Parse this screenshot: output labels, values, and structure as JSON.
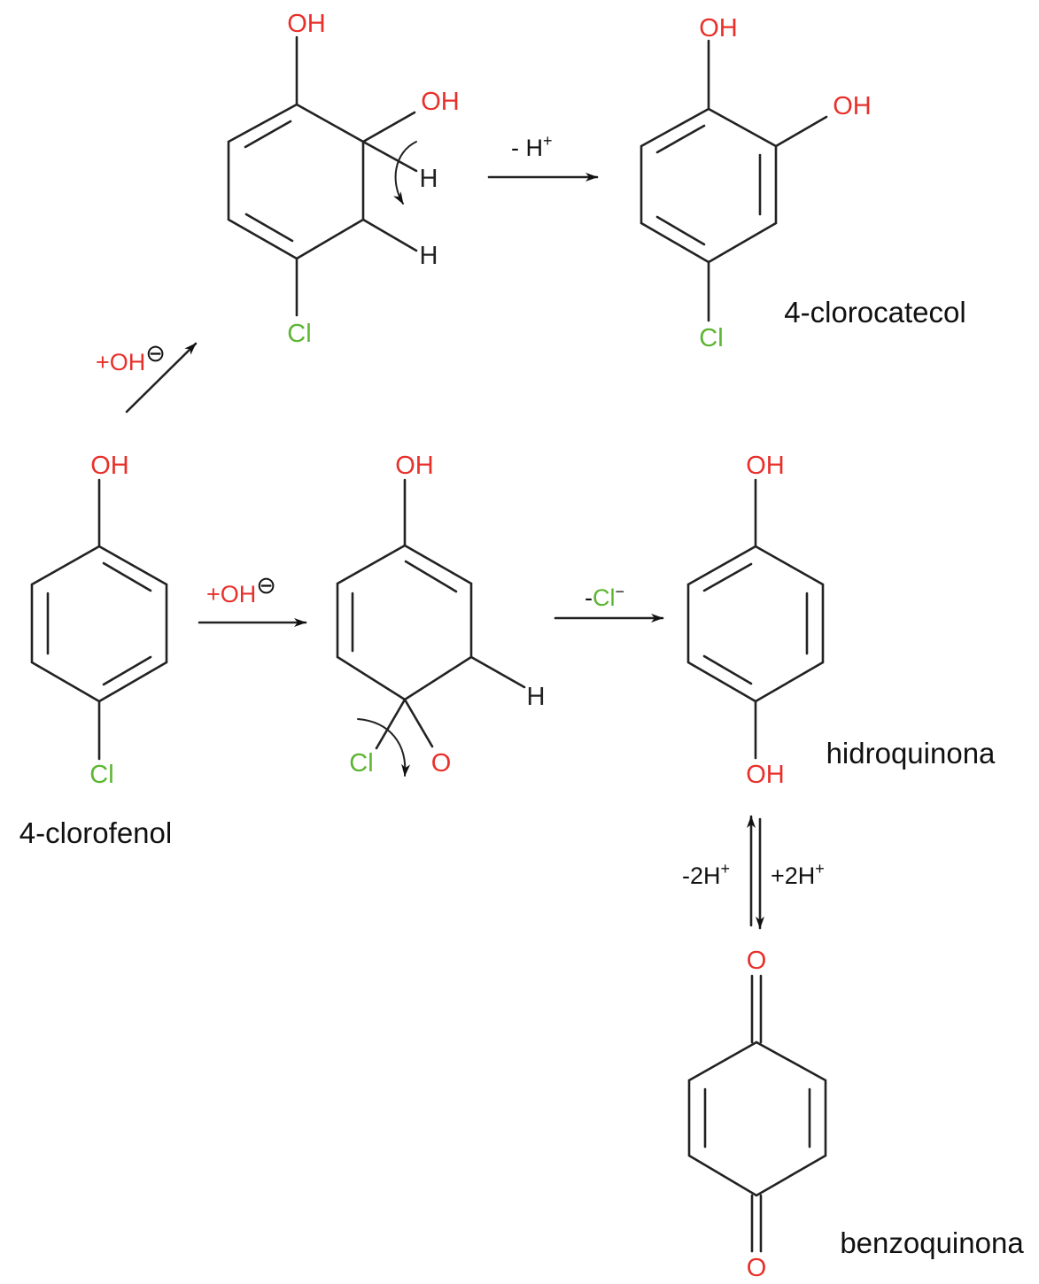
{
  "title": "Hydroxylation pathways of 4-chlorophenol",
  "colors": {
    "oxygen": "#e8302b",
    "chlorine": "#5cb531",
    "bond": "#222222"
  },
  "atoms": {
    "OH": "OH",
    "O": "O",
    "Cl": "Cl",
    "H": "H"
  },
  "compounds": {
    "clorofenol": "4-clorofenol",
    "clorocatecol": "4-clorocatecol",
    "hidroquinona": "hidroquinona",
    "benzoquinona": "benzoquinona"
  },
  "conditions": {
    "add_oh_top": {
      "main": "+OH",
      "charge": "⊖"
    },
    "add_oh_middle": {
      "main": "+OH",
      "charge": "⊖"
    },
    "minus_h": {
      "sign": "- ",
      "main": "H",
      "charge": "+"
    },
    "minus_cl": {
      "sign": "-",
      "main": "Cl",
      "charge": "−"
    },
    "oxidation": {
      "main": "-2H",
      "charge": "+"
    },
    "reduction": {
      "main": "+2H",
      "charge": "+"
    }
  }
}
